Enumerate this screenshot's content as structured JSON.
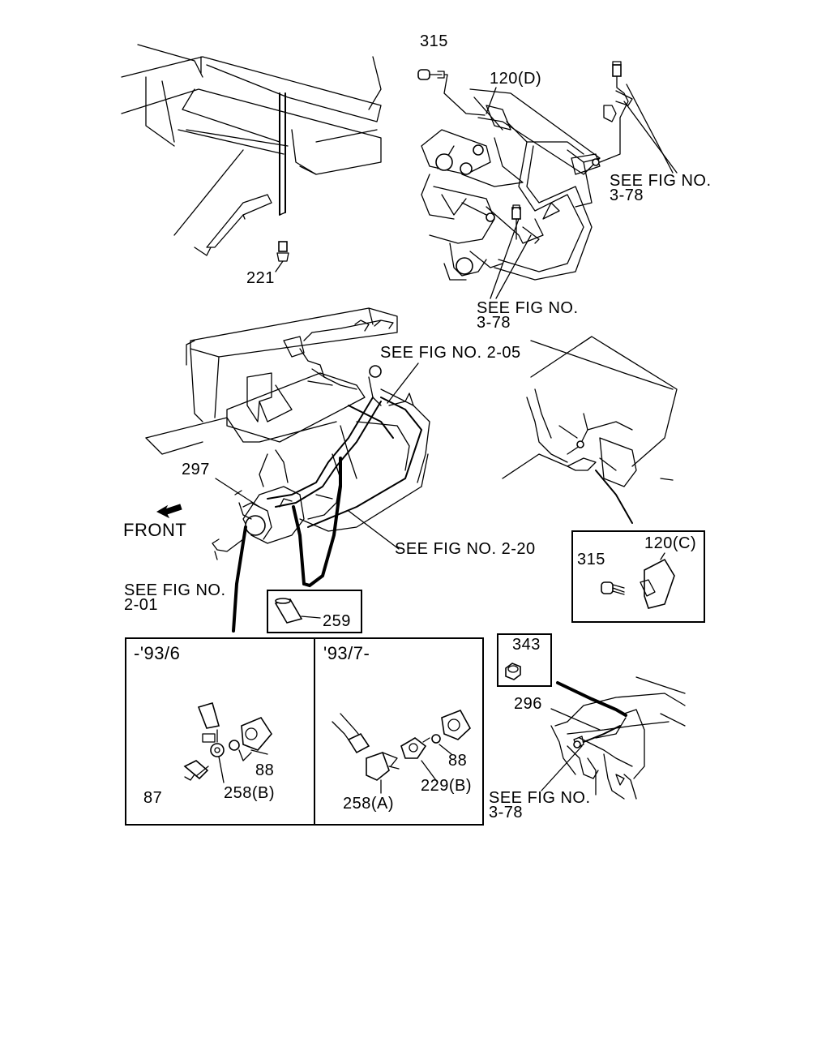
{
  "labels": {
    "p315_top": "315",
    "p120d": "120(D)",
    "see_3_78_a_line1": "SEE FIG NO.",
    "see_3_78_a_line2": "3-78",
    "p221": "221",
    "see_3_78_b_line1": "SEE FIG NO.",
    "see_3_78_b_line2": "3-78",
    "see_2_05": "SEE FIG NO. 2-05",
    "p297": "297",
    "front": "FRONT",
    "see_2_20": "SEE FIG NO. 2-20",
    "see_2_01_line1": "SEE FIG NO.",
    "see_2_01_line2": "2-01",
    "p259": "259",
    "p315_inset": "315",
    "p120c": "120(C)",
    "era1": "-'93/6",
    "era2": "'93/7-",
    "p88_left": "88",
    "p87": "87",
    "p258b": "258(B)",
    "p88_right": "88",
    "p229b": "229(B)",
    "p258a": "258(A)",
    "p343": "343",
    "p296": "296",
    "see_3_78_c_line1": "SEE FIG NO.",
    "see_3_78_c_line2": "3-78"
  }
}
